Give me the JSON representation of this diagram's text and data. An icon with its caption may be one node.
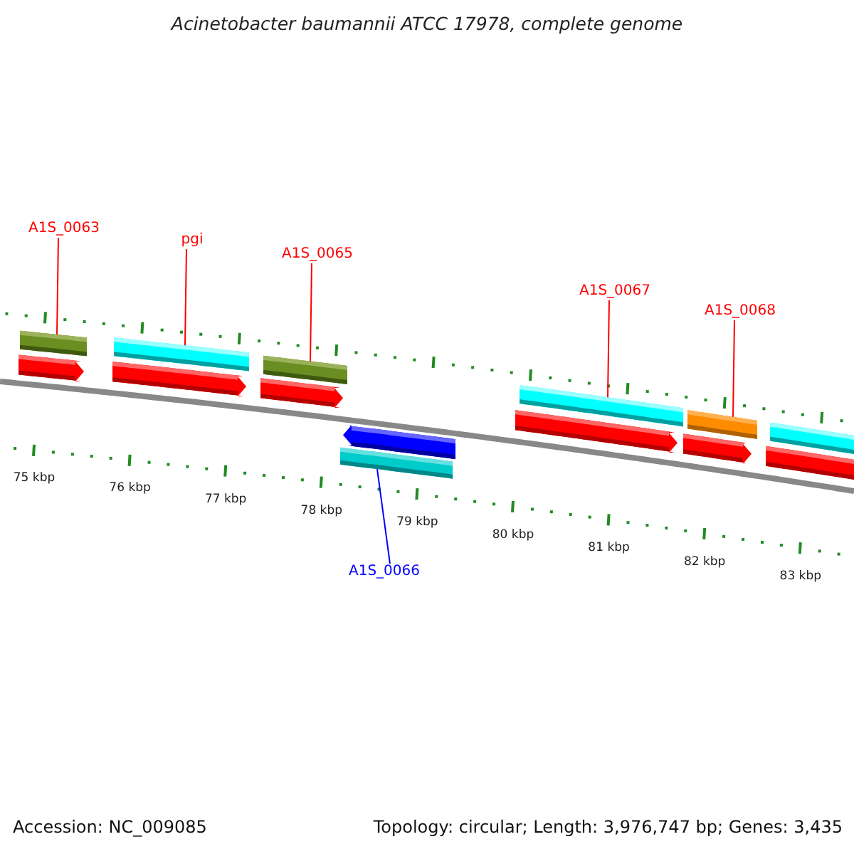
{
  "diagram": {
    "title": "Acinetobacter baumannii ATCC 17978, complete genome",
    "nodes": [
      {
        "text": [
          "A1S_0063"
        ]
      },
      {
        "text": [],
        "shape": "bar"
      },
      {
        "text": [
          "pgi"
        ]
      },
      {
        "text": [],
        "shape": "bar"
      },
      {
        "text": [
          "A1S_0065"
        ]
      },
      {
        "text": [],
        "shape": "bar"
      },
      {
        "text": [
          "A1S_0066"
        ]
      },
      {
        "text": [],
        "shape": "bar"
      },
      {
        "text": [
          "A1S_0067"
        ]
      },
      {
        "text": [],
        "shape": "bar"
      },
      {
        "text": [
          "A1S_0068"
        ]
      },
      {
        "text": [],
        "shape": "bar"
      }
    ],
    "edges": [
      {
        "from": 0,
        "to": 1,
        "arrow": "none"
      },
      {
        "from": 2,
        "to": 3,
        "arrow": "none"
      },
      {
        "from": 4,
        "to": 5,
        "arrow": "none"
      },
      {
        "from": 6,
        "to": 7,
        "arrow": "none",
        "color": "#0000ff"
      },
      {
        "from": 8,
        "to": 9,
        "arrow": "none"
      },
      {
        "from": 10,
        "to": 11,
        "arrow": "none"
      }
    ],
    "labels": [
      "75 kbp",
      "76 kbp",
      "77 kbp",
      "78 kbp",
      "79 kbp",
      "80 kbp",
      "81 kbp",
      "82 kbp",
      "83 kbp",
      "Accession: NC_009085",
      "Topology: circular; Length: 3,976,747 bp; Genes: 3,435"
    ]
  }
}
